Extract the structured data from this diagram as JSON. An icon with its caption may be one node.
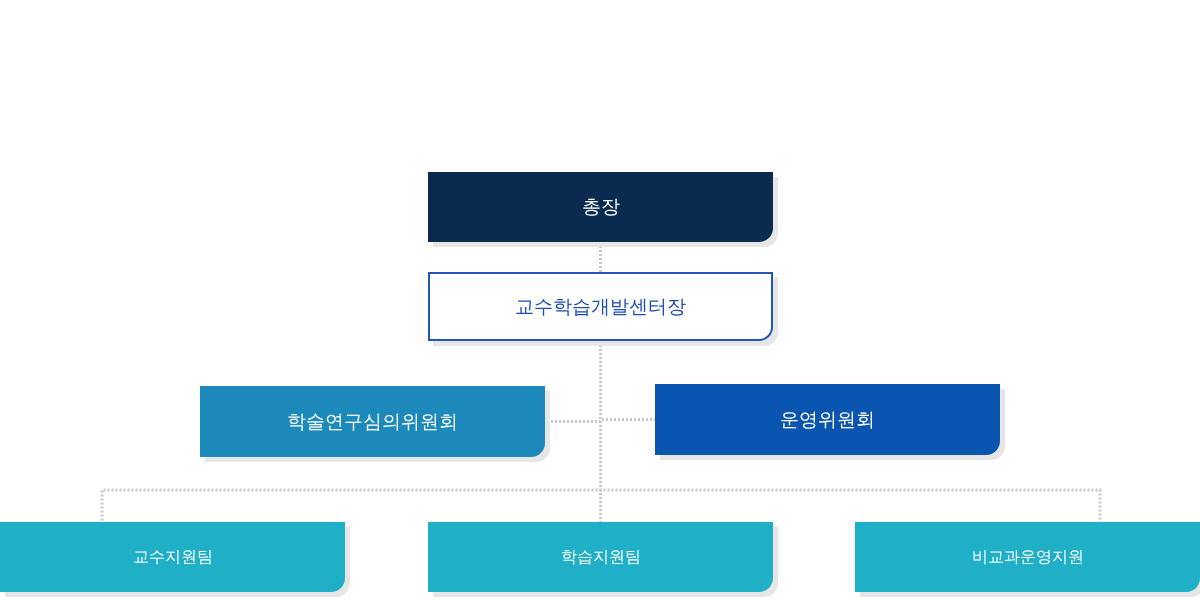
{
  "diagram": {
    "nodes": [
      {
        "text": [
          "총장"
        ]
      },
      {
        "text": [
          "교수학습개발센터장"
        ]
      },
      {
        "text": [
          "학술연구심의위원회"
        ]
      },
      {
        "text": [
          "운영위원회"
        ]
      },
      {
        "text": [
          "교수지원팀"
        ]
      },
      {
        "text": [
          "학습지원팀"
        ]
      },
      {
        "text": [
          "비교과운영지원"
        ]
      }
    ],
    "edges": [
      {
        "from": 0,
        "to": 1,
        "arrow": "none"
      },
      {
        "from": 1,
        "to": 2,
        "arrow": "none"
      },
      {
        "from": 1,
        "to": 3,
        "arrow": "none"
      },
      {
        "from": 1,
        "to": 4,
        "arrow": "none"
      },
      {
        "from": 1,
        "to": 5,
        "arrow": "none"
      },
      {
        "from": 1,
        "to": 6,
        "arrow": "none"
      }
    ]
  }
}
